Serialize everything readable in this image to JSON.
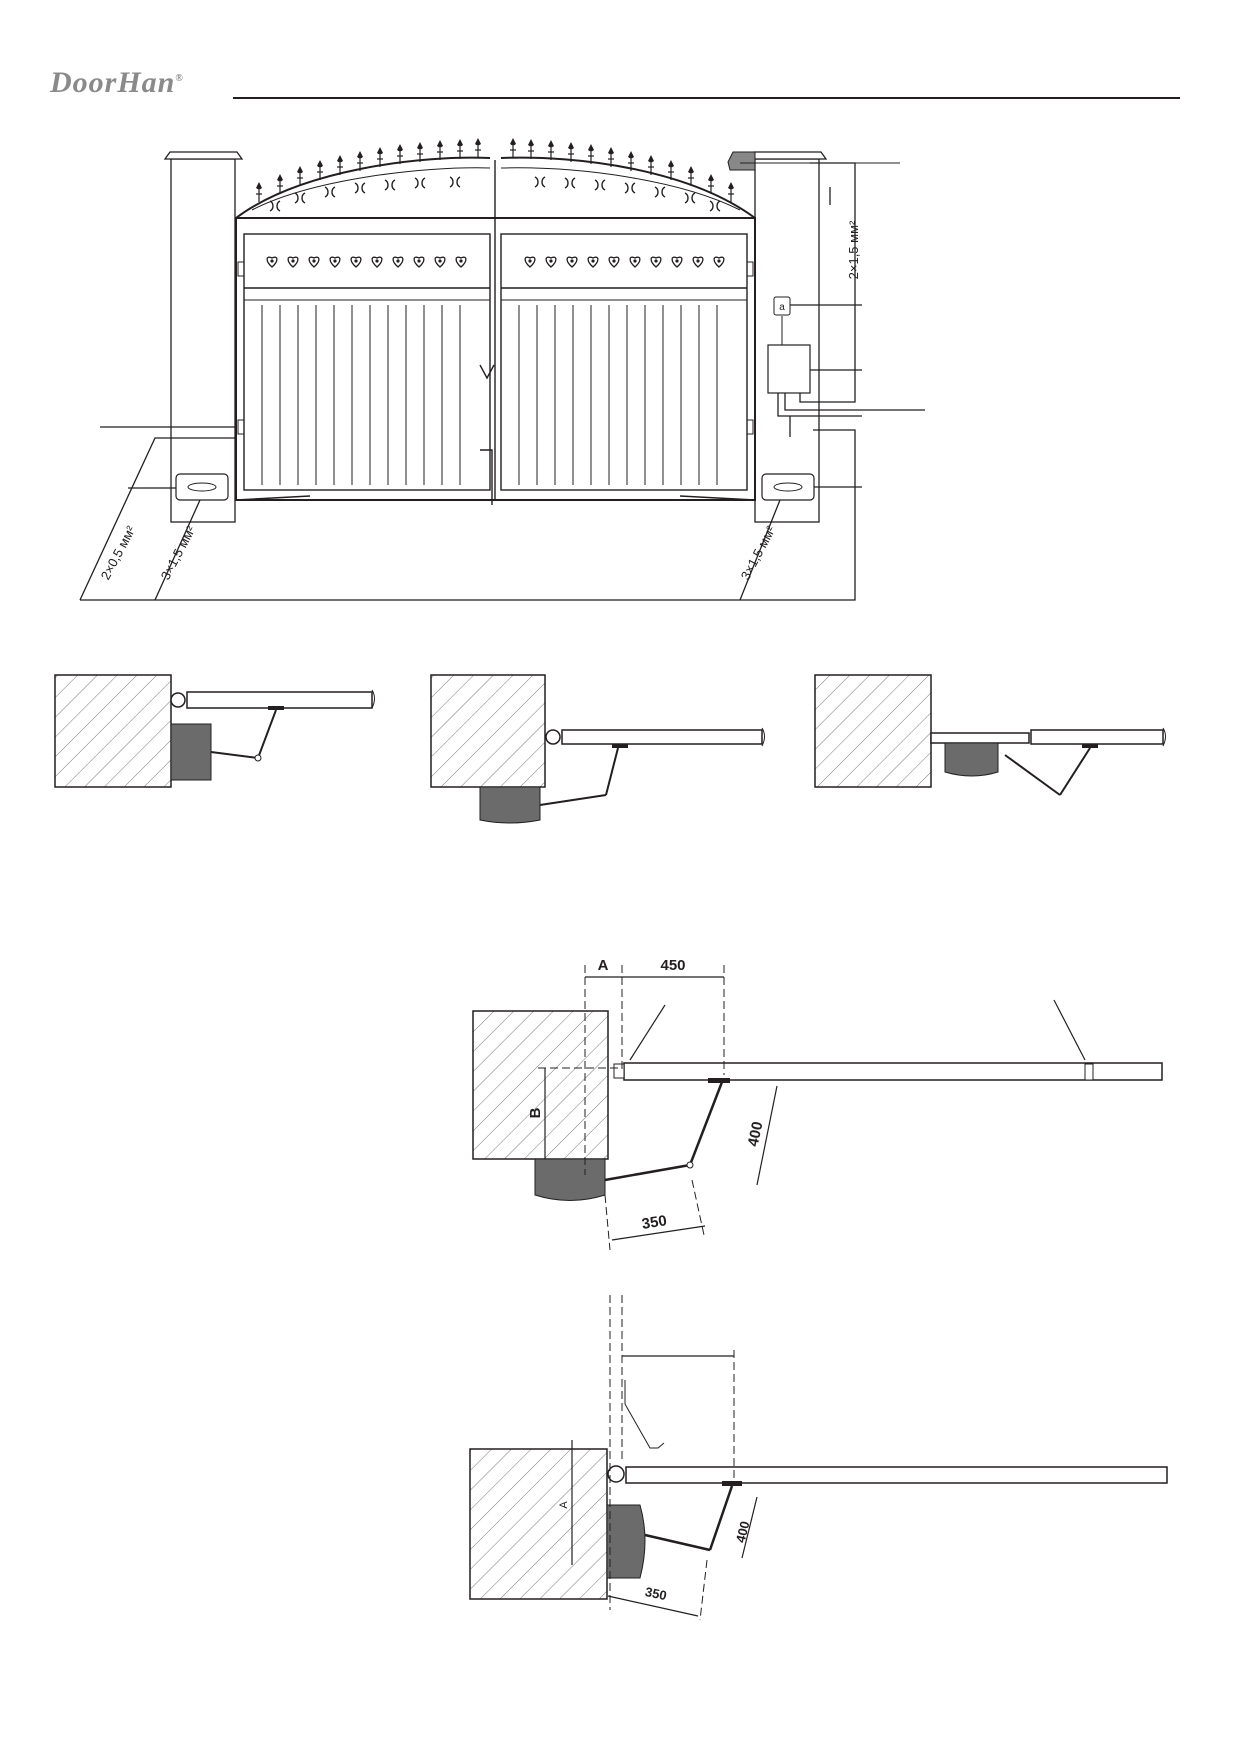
{
  "header": {
    "logo_text": "DoorHan",
    "logo_registered": "®"
  },
  "overview": {
    "cable_top": "2×1,5 мм²",
    "cable_left_signal": "2×0,5 мм²",
    "cable_left_power": "3×1,5 мм²",
    "cable_right_power": "3×1,5 мм²",
    "receiver_label": "a"
  },
  "install_a": {
    "label_a": "A",
    "dim_450": "450",
    "label_b": "B",
    "dim_400": "400",
    "dim_350": "350"
  },
  "install_b": {
    "label_a": "A",
    "dim_400": "400",
    "dim_350": "350"
  },
  "colors": {
    "line": "#231f20",
    "motor": "#6b6b6b",
    "hatch": "#555555"
  }
}
